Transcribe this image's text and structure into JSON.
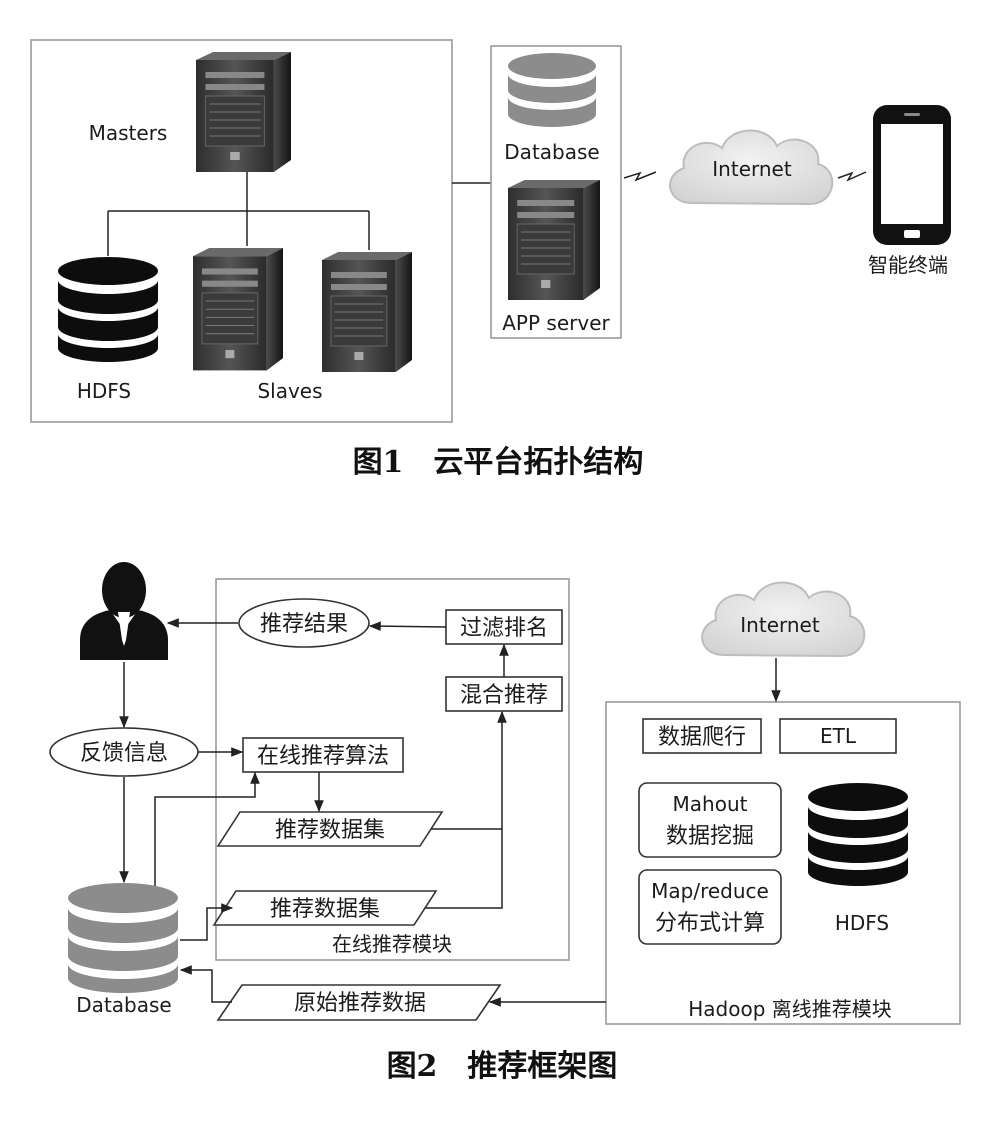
{
  "figure1": {
    "caption": "图1　云平台拓扑结构",
    "masters_label": "Masters",
    "hdfs_label": "HDFS",
    "slaves_label": "Slaves",
    "database_label": "Database",
    "app_server_label": "APP server",
    "internet_label": "Internet",
    "terminal_label": "智能终端"
  },
  "figure2": {
    "caption": "图2　推荐框架图",
    "recommend_result": "推荐结果",
    "filter_rank": "过滤排名",
    "hybrid_recommend": "混合推荐",
    "feedback": "反馈信息",
    "online_algorithm": "在线推荐算法",
    "dataset_1": "推荐数据集",
    "dataset_2": "推荐数据集",
    "online_module": "在线推荐模块",
    "database_label": "Database",
    "raw_data": "原始推荐数据",
    "internet_label": "Internet",
    "crawl": "数据爬行",
    "etl": "ETL",
    "mahout_line1": "Mahout",
    "mahout_line2": "数据挖掘",
    "mapreduce_line1": "Map/reduce",
    "mapreduce_line2": "分布式计算",
    "hdfs_label": "HDFS",
    "hadoop_module": "Hadoop 离线推荐模块"
  },
  "colors": {
    "server_body": "#2b2b2b",
    "db_gray": "#8c8c8c",
    "db_black": "#0d0d0d",
    "cloud_fill": "#e8e8e8",
    "frame": "#9a9a9a"
  }
}
